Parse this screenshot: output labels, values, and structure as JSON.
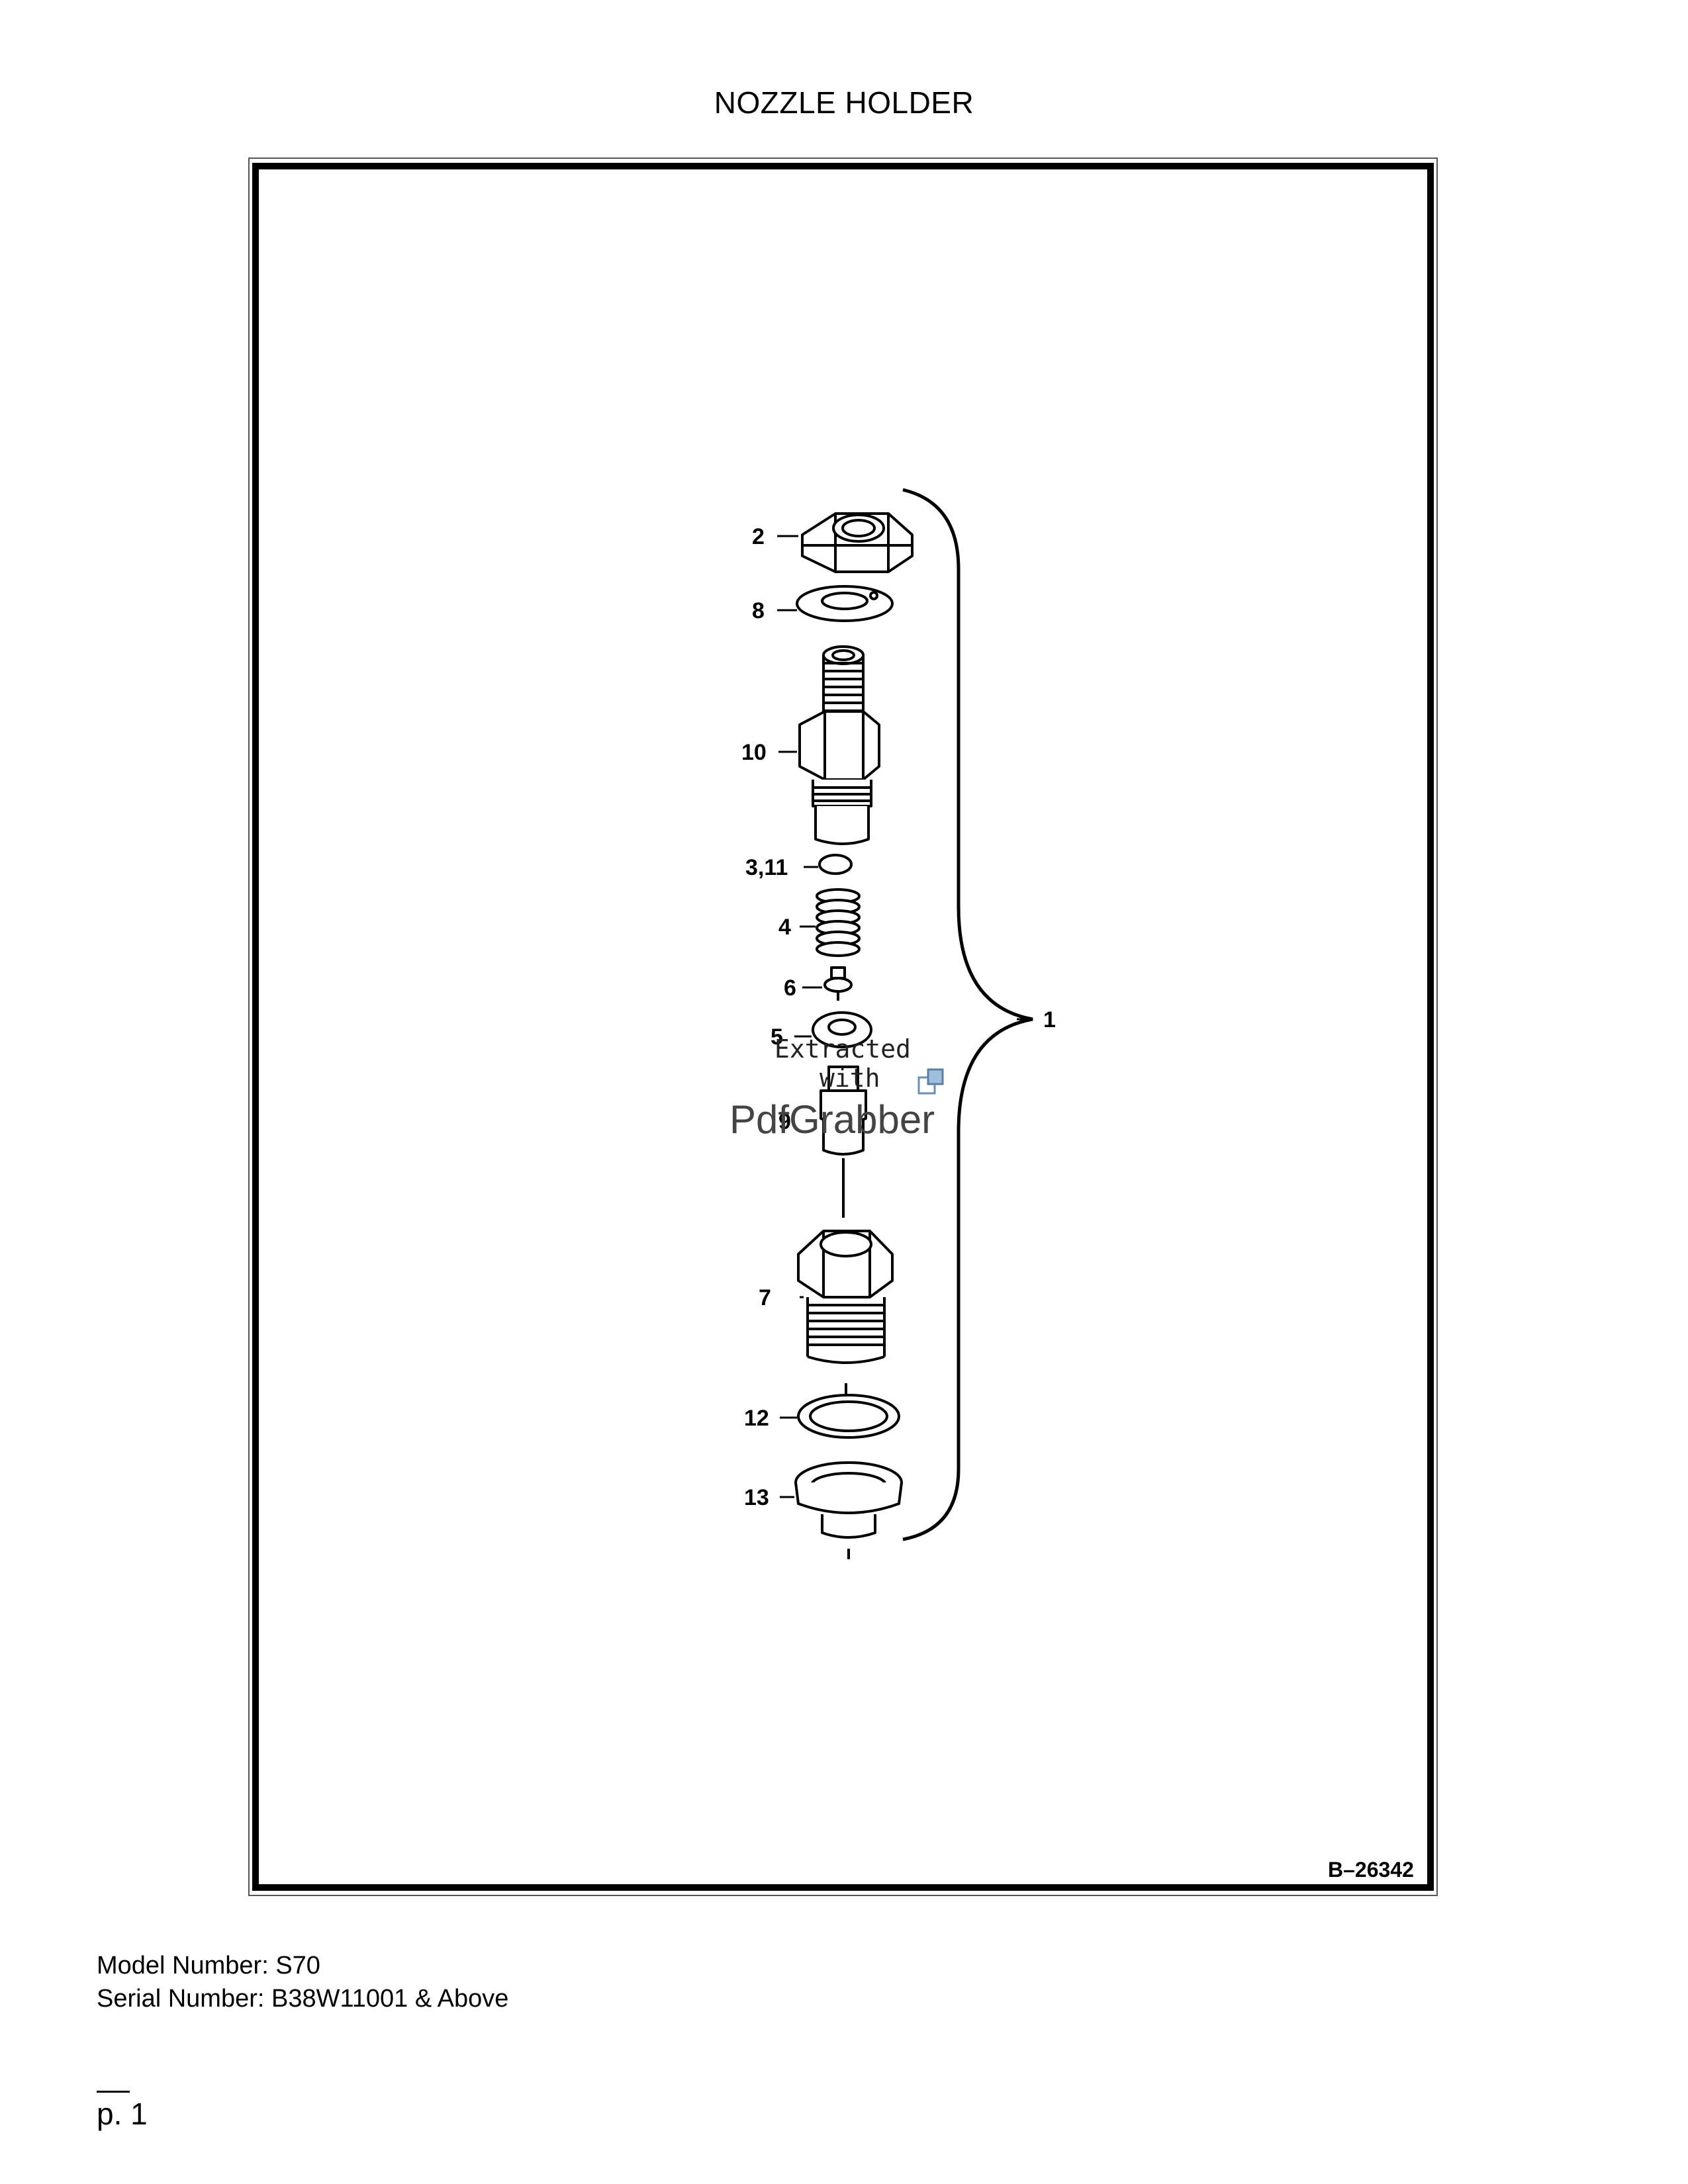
{
  "document": {
    "title": "NOZZLE HOLDER",
    "figure_id": "B–26342",
    "model_number": "Model Number: S70",
    "serial_number": "Serial Number: B38W11001 & Above",
    "page_number": "p. 1"
  },
  "callouts": {
    "assembly": "1",
    "nut": "2",
    "washer": "8",
    "body": "10",
    "shim": "3,11",
    "spring": "4",
    "pin": "6",
    "spacer": "5",
    "nozzle": "9",
    "retaining_nut": "7",
    "gasket": "12",
    "heat_shield": "13"
  },
  "watermark": {
    "line1": "Extracted",
    "line2": "with",
    "brand": "PdfGrabber"
  }
}
